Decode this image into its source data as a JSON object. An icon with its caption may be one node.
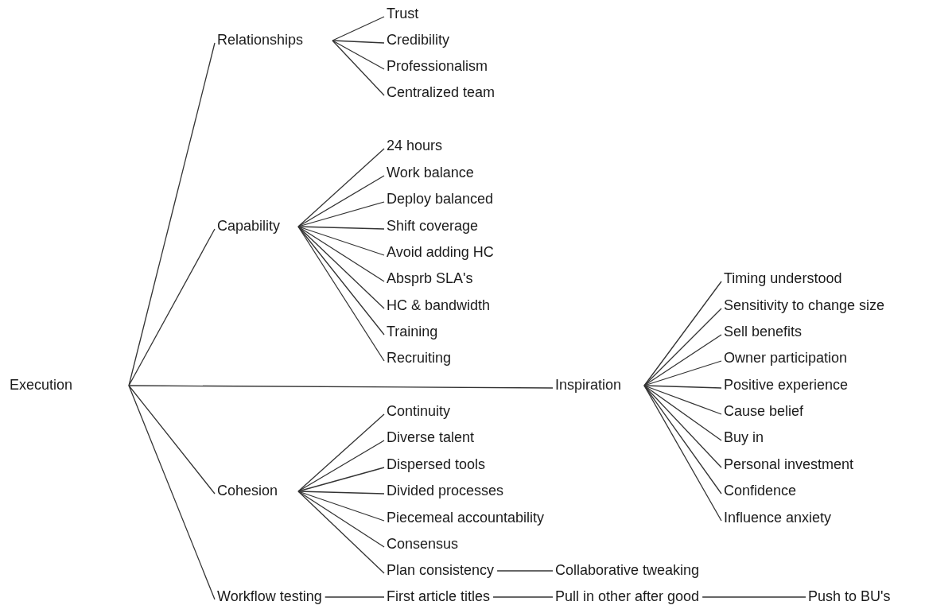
{
  "diagram": {
    "nodes": [
      {
        "text": [
          "Execution"
        ]
      },
      {
        "text": [
          "Relationships"
        ]
      },
      {
        "text": [
          "Trust"
        ]
      },
      {
        "text": [
          "Credibility"
        ]
      },
      {
        "text": [
          "Professionalism"
        ]
      },
      {
        "text": [
          "Centralized team"
        ]
      },
      {
        "text": [
          "Capability"
        ]
      },
      {
        "text": [
          "24 hours"
        ]
      },
      {
        "text": [
          "Work balance"
        ]
      },
      {
        "text": [
          "Deploy balanced"
        ]
      },
      {
        "text": [
          "Shift coverage"
        ]
      },
      {
        "text": [
          "Avoid adding HC"
        ]
      },
      {
        "text": [
          "Absprb SLA's"
        ]
      },
      {
        "text": [
          "HC & bandwidth"
        ]
      },
      {
        "text": [
          "Training"
        ]
      },
      {
        "text": [
          "Recruiting"
        ]
      },
      {
        "text": [
          "Inspiration"
        ]
      },
      {
        "text": [
          "Timing understood"
        ]
      },
      {
        "text": [
          "Sensitivity to change size"
        ]
      },
      {
        "text": [
          "Sell benefits"
        ]
      },
      {
        "text": [
          "Owner participation"
        ]
      },
      {
        "text": [
          "Positive experience"
        ]
      },
      {
        "text": [
          "Cause belief"
        ]
      },
      {
        "text": [
          "Buy in"
        ]
      },
      {
        "text": [
          "Personal investment"
        ]
      },
      {
        "text": [
          "Confidence"
        ]
      },
      {
        "text": [
          "Influence anxiety"
        ]
      },
      {
        "text": [
          "Cohesion"
        ]
      },
      {
        "text": [
          "Continuity"
        ]
      },
      {
        "text": [
          "Diverse talent"
        ]
      },
      {
        "text": [
          "Dispersed tools"
        ]
      },
      {
        "text": [
          "Divided processes"
        ]
      },
      {
        "text": [
          "Piecemeal accountability"
        ]
      },
      {
        "text": [
          "Consensus"
        ]
      },
      {
        "text": [
          "Plan consistency"
        ]
      },
      {
        "text": [
          "Collaborative tweaking"
        ]
      },
      {
        "text": [
          "Workflow testing"
        ]
      },
      {
        "text": [
          "First article titles"
        ]
      },
      {
        "text": [
          "Pull in other after good"
        ]
      },
      {
        "text": [
          "Push to BU's"
        ]
      }
    ],
    "edges": [
      {
        "from": 0,
        "to": 1,
        "arrow": "none"
      },
      {
        "from": 0,
        "to": 6,
        "arrow": "none"
      },
      {
        "from": 0,
        "to": 16,
        "arrow": "none"
      },
      {
        "from": 0,
        "to": 27,
        "arrow": "none"
      },
      {
        "from": 0,
        "to": 36,
        "arrow": "none"
      },
      {
        "from": 1,
        "to": 2,
        "arrow": "none"
      },
      {
        "from": 1,
        "to": 3,
        "arrow": "none"
      },
      {
        "from": 1,
        "to": 4,
        "arrow": "none"
      },
      {
        "from": 1,
        "to": 5,
        "arrow": "none"
      },
      {
        "from": 6,
        "to": 7,
        "arrow": "none"
      },
      {
        "from": 6,
        "to": 8,
        "arrow": "none"
      },
      {
        "from": 6,
        "to": 9,
        "arrow": "none"
      },
      {
        "from": 6,
        "to": 10,
        "arrow": "none"
      },
      {
        "from": 6,
        "to": 11,
        "arrow": "none"
      },
      {
        "from": 6,
        "to": 12,
        "arrow": "none"
      },
      {
        "from": 6,
        "to": 13,
        "arrow": "none"
      },
      {
        "from": 6,
        "to": 14,
        "arrow": "none"
      },
      {
        "from": 6,
        "to": 15,
        "arrow": "none"
      },
      {
        "from": 16,
        "to": 17,
        "arrow": "none"
      },
      {
        "from": 16,
        "to": 18,
        "arrow": "none"
      },
      {
        "from": 16,
        "to": 19,
        "arrow": "none"
      },
      {
        "from": 16,
        "to": 20,
        "arrow": "none"
      },
      {
        "from": 16,
        "to": 21,
        "arrow": "none"
      },
      {
        "from": 16,
        "to": 22,
        "arrow": "none"
      },
      {
        "from": 16,
        "to": 23,
        "arrow": "none"
      },
      {
        "from": 16,
        "to": 24,
        "arrow": "none"
      },
      {
        "from": 16,
        "to": 25,
        "arrow": "none"
      },
      {
        "from": 16,
        "to": 26,
        "arrow": "none"
      },
      {
        "from": 27,
        "to": 28,
        "arrow": "none"
      },
      {
        "from": 27,
        "to": 29,
        "arrow": "none"
      },
      {
        "from": 27,
        "to": 30,
        "arrow": "none"
      },
      {
        "from": 27,
        "to": 31,
        "arrow": "none"
      },
      {
        "from": 27,
        "to": 32,
        "arrow": "none"
      },
      {
        "from": 27,
        "to": 33,
        "arrow": "none"
      },
      {
        "from": 27,
        "to": 34,
        "arrow": "none"
      },
      {
        "from": 34,
        "to": 35,
        "arrow": "none"
      },
      {
        "from": 36,
        "to": 37,
        "arrow": "none"
      },
      {
        "from": 37,
        "to": 38,
        "arrow": "none"
      },
      {
        "from": 38,
        "to": 39,
        "arrow": "none"
      }
    ]
  }
}
